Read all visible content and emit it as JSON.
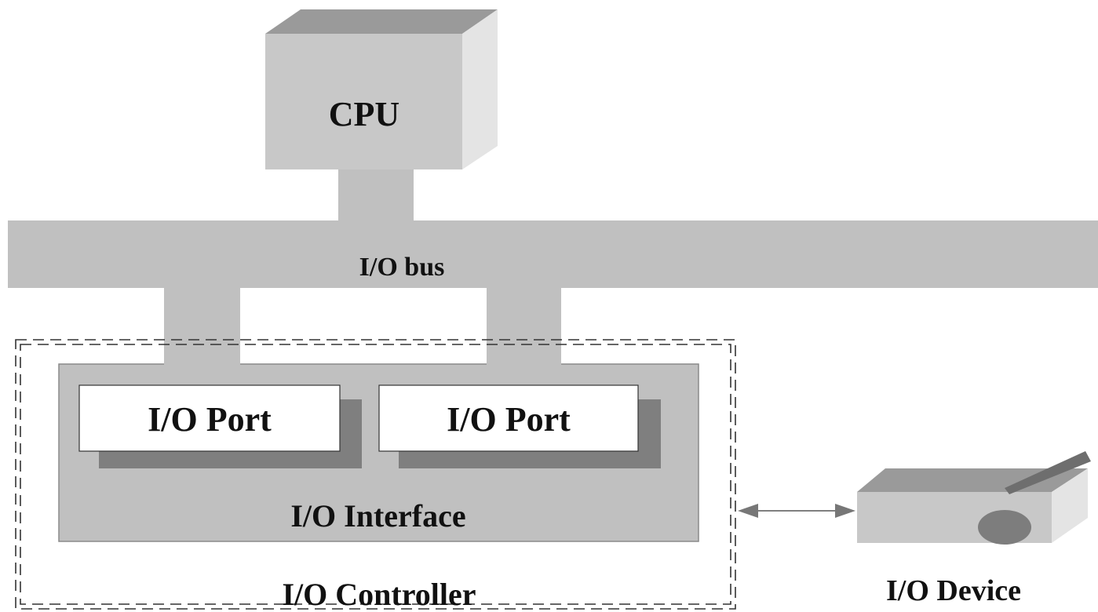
{
  "diagram": {
    "cpu_label": "CPU",
    "bus_label": "I/O bus",
    "port_1_label": "I/O Port",
    "port_2_label": "I/O Port",
    "interface_label": "I/O Interface",
    "controller_label": "I/O Controller",
    "device_label": "I/O Device"
  },
  "colors": {
    "background": "#ffffff",
    "bus_gray": "#c0c0c0",
    "cpu_front": "#c8c8c8",
    "cpu_top": "#9a9a9a",
    "cpu_side": "#e4e4e4",
    "interface_fill": "#c0c0c0",
    "port_fill": "#ffffff",
    "port_shadow": "#7f7f7f",
    "controller_border": "#333333",
    "arrow": "#777777"
  }
}
